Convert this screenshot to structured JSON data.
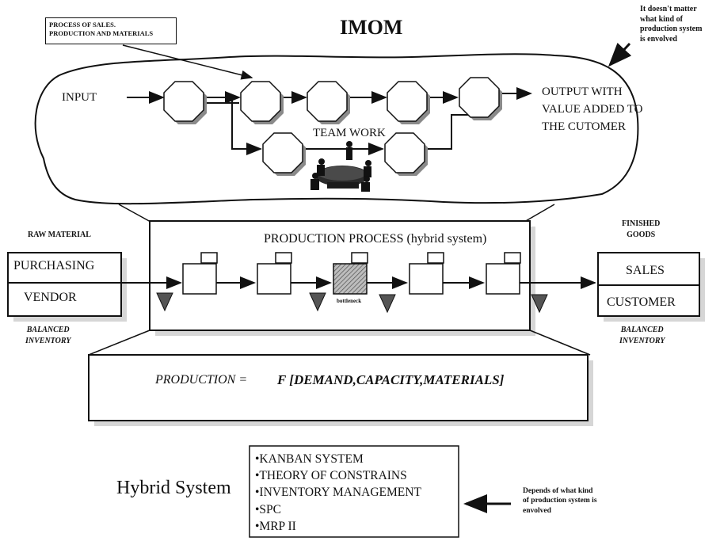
{
  "title": "IMOM",
  "callout_process": [
    "PROCESS OF SALES.",
    "PRODUCTION AND MATERIALS"
  ],
  "note_top_right": [
    "It doesn't matter",
    "what kind of",
    "production system",
    "is envolved"
  ],
  "cloud": {
    "input_label": "INPUT",
    "output_label": [
      "OUTPUT WITH",
      "VALUE ADDED TO",
      "THE CUTOMER"
    ],
    "team_work_label": "TEAM WORK",
    "team_icon": "meeting-people-icon"
  },
  "left": {
    "raw_material_label": "RAW MATERIAL",
    "purchasing_label": "PURCHASING",
    "vendor_label": "VENDOR",
    "balanced_inventory": [
      "BALANCED",
      "INVENTORY"
    ]
  },
  "production": {
    "title": "PRODUCTION PROCESS (hybrid system)",
    "bottleneck_label": "bottleneck",
    "formula_left": "PRODUCTION =",
    "formula_right": "F [DEMAND,CAPACITY,MATERIALS]"
  },
  "right": {
    "finished_goods": [
      "FINISHED",
      "GOODS"
    ],
    "sales_label": "SALES",
    "customer_label": "CUSTOMER",
    "balanced_inventory": [
      "BALANCED",
      "INVENTORY"
    ]
  },
  "hybrid": {
    "label": "Hybrid System",
    "items": [
      "•KANBAN SYSTEM",
      "•THEORY OF CONSTRAINS",
      "•INVENTORY MANAGEMENT",
      "•SPC",
      "•MRP II"
    ],
    "note": [
      "Depends of what kind",
      "of production system is",
      "envolved"
    ]
  },
  "colors": {
    "line": "#111111",
    "shadow": "#d6d6d6",
    "inventory": "#555555",
    "bottleneck": "#8a8a8a"
  }
}
